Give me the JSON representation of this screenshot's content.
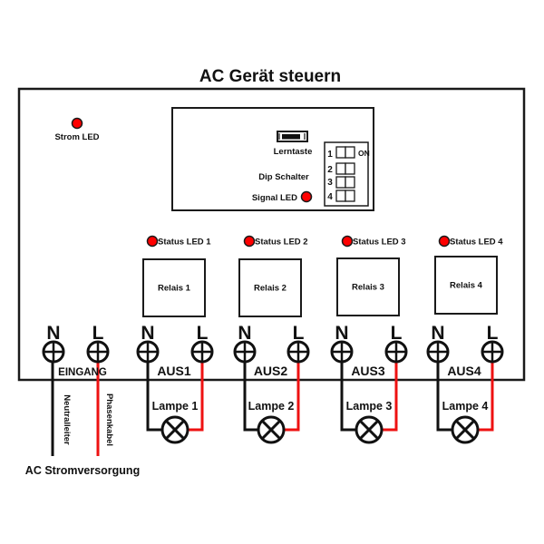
{
  "title": "AC Gerät steuern",
  "colors": {
    "led": "#ff0000",
    "phase_wire": "#ee1111",
    "neutral_wire": "#111111",
    "outline": "#1a1a1a"
  },
  "controller": {
    "power_led": {
      "label": "Strom LED",
      "icon": "led-red-icon"
    },
    "module": {
      "learn_button": {
        "label": "Lerntaste",
        "icon": "push-button-icon"
      },
      "dip_switch": {
        "label": "Dip Schalter",
        "on_label": "ON",
        "positions": [
          "1",
          "2",
          "3",
          "4"
        ]
      },
      "signal_led": {
        "label": "Signal LED",
        "icon": "led-red-icon"
      }
    },
    "channels": [
      {
        "status_led": "Status LED 1",
        "relay": "Relais 1",
        "output": "AUS1",
        "n": "N",
        "l": "L",
        "lamp": "Lampe 1"
      },
      {
        "status_led": "Status LED 2",
        "relay": "Relais 2",
        "output": "AUS2",
        "n": "N",
        "l": "L",
        "lamp": "Lampe 2"
      },
      {
        "status_led": "Status LED 3",
        "relay": "Relais 3",
        "output": "AUS3",
        "n": "N",
        "l": "L",
        "lamp": "Lampe 3"
      },
      {
        "status_led": "Status LED 4",
        "relay": "Relais 4",
        "output": "AUS4",
        "n": "N",
        "l": "L",
        "lamp": "Lampe 4"
      }
    ],
    "input": {
      "label": "EINGANG",
      "n": "N",
      "l": "L"
    }
  },
  "supply": {
    "label": "AC Stromversorgung",
    "neutral_label": "Neutralleiter",
    "phase_label": "Phasenkabel"
  }
}
